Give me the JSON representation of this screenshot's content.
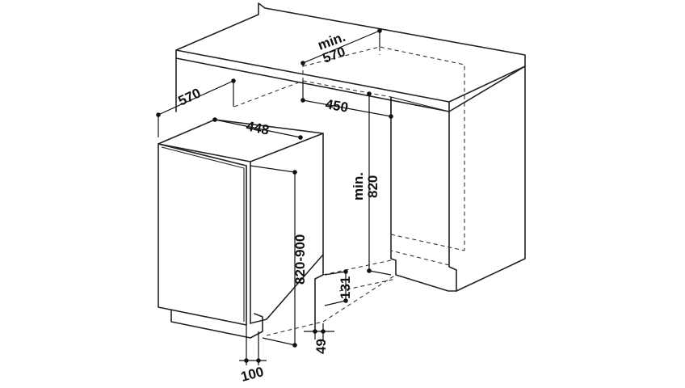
{
  "diagram": {
    "dimensions": {
      "cabinet_depth": "570",
      "appliance_width": "448",
      "niche_depth_min_label": "min.",
      "niche_depth_min_value": "570",
      "niche_width": "450",
      "niche_height_min_label": "min.",
      "niche_height_min_value": "820",
      "appliance_height": "820-900",
      "plinth_height": "131",
      "plinth_depth": "49",
      "door_offset": "100"
    }
  }
}
